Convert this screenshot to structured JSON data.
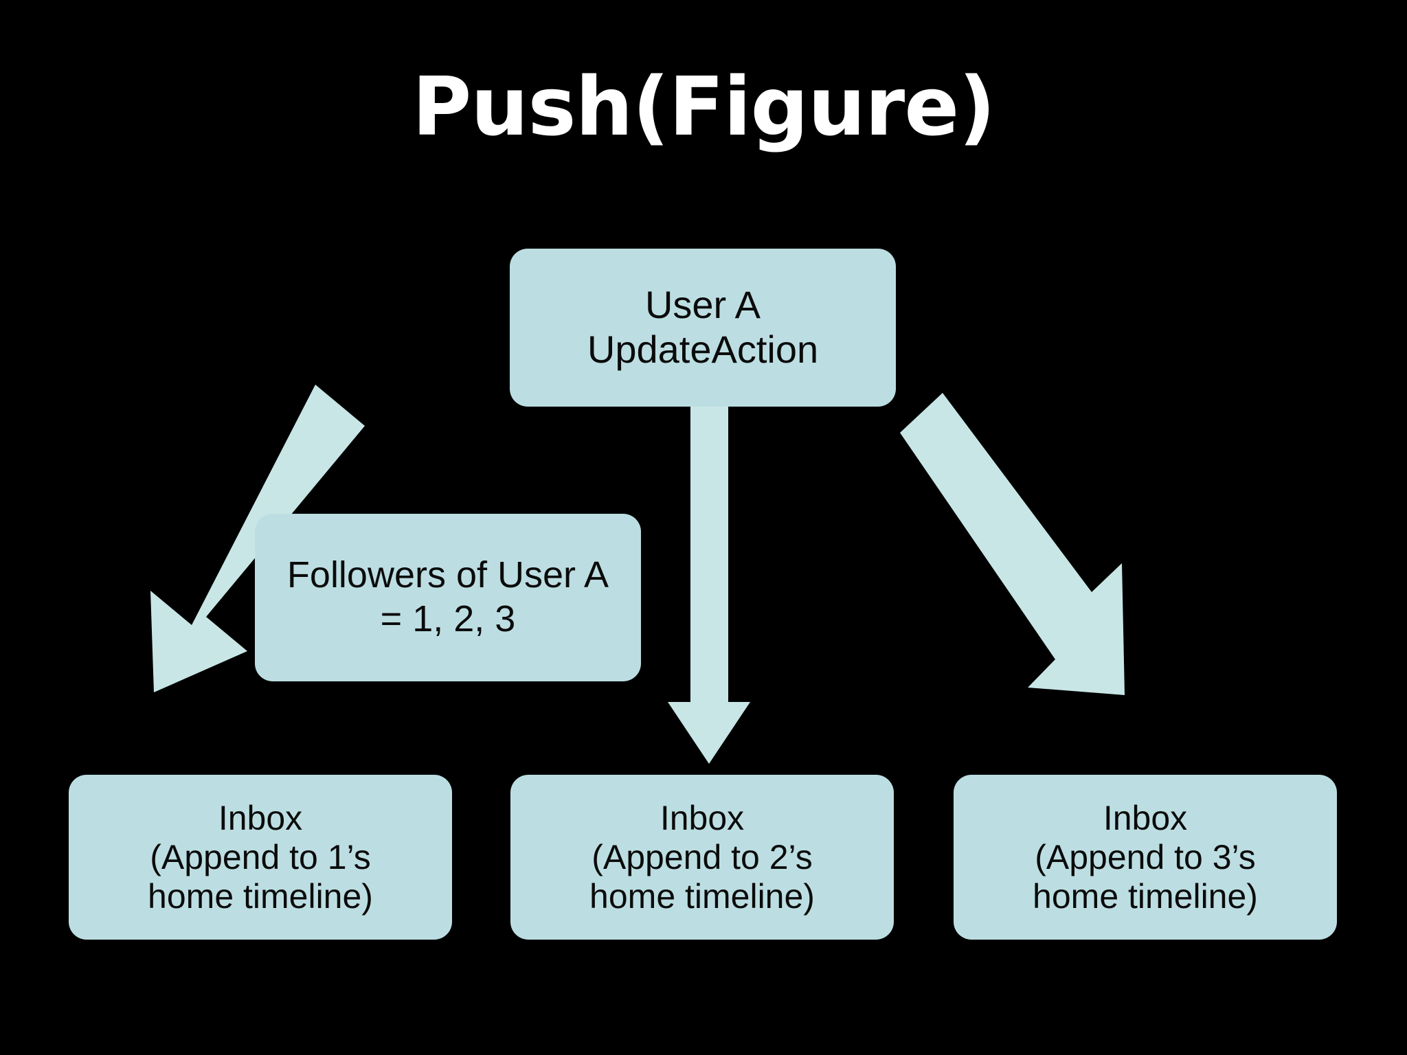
{
  "slide": {
    "title": "Push(Figure)",
    "background_color": "#000000",
    "title_color": "#ffffff",
    "node_fill_color": "#bcdee2",
    "arrow_fill_color": "#c9e6e6",
    "node_text_color": "#0b0b0b"
  },
  "nodes": {
    "source": {
      "name": "User A UpdateAction",
      "line1": "User A",
      "line2": "UpdateAction"
    },
    "followers": {
      "name": "Followers of User A",
      "line1": "Followers of User A",
      "line2": "= 1, 2, 3"
    },
    "inboxes": [
      {
        "line1": "Inbox",
        "line2": "(Append to 1’s",
        "line3": "home timeline)"
      },
      {
        "line1": "Inbox",
        "line2": "(Append to 2’s",
        "line3": "home timeline)"
      },
      {
        "line1": "Inbox",
        "line2": "(Append to 3’s",
        "line3": "home timeline)"
      }
    ]
  },
  "arrows": [
    {
      "name": "arrow-to-inbox-1",
      "direction": "down-left",
      "from": "User A UpdateAction",
      "to": "Inbox (Append to 1’s home timeline)"
    },
    {
      "name": "arrow-to-inbox-2",
      "direction": "down",
      "from": "User A UpdateAction",
      "to": "Inbox (Append to 2’s home timeline)"
    },
    {
      "name": "arrow-to-inbox-3",
      "direction": "down-right",
      "from": "User A UpdateAction",
      "to": "Inbox (Append to 3’s home timeline)"
    }
  ]
}
